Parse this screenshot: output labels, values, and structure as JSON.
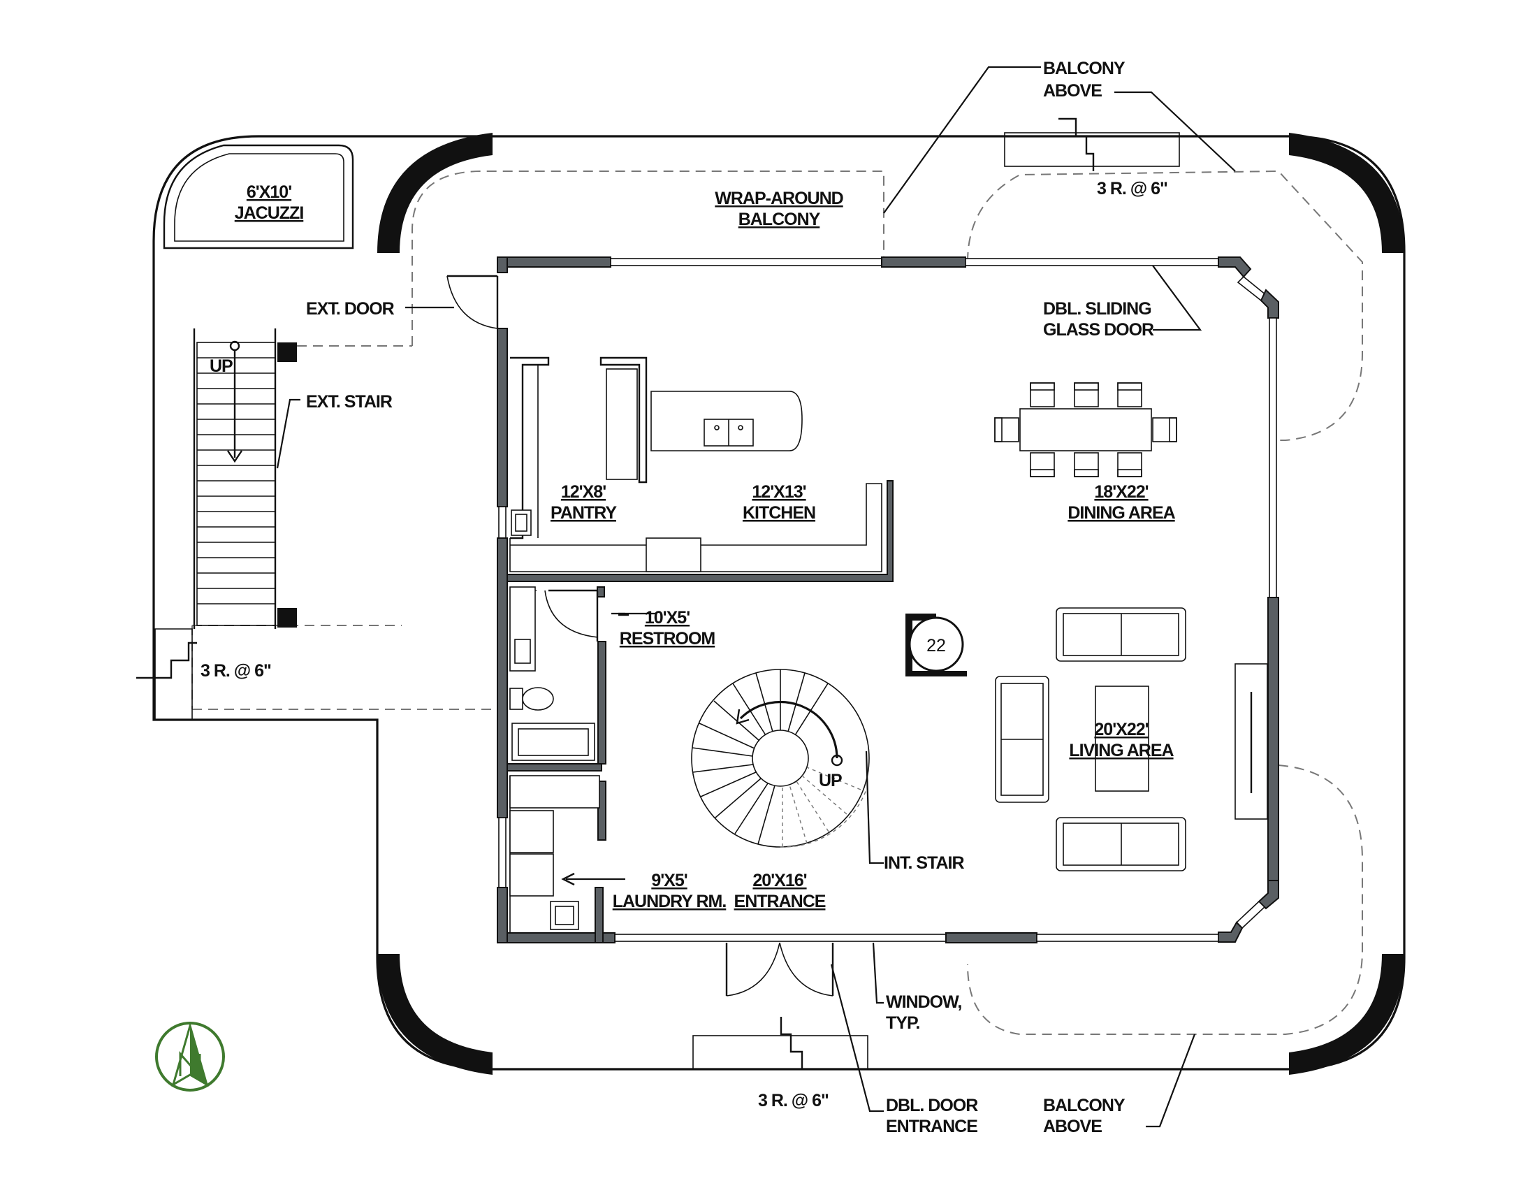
{
  "labels": {
    "jacuzzi_size": "6'X10'",
    "jacuzzi": "JACUZZI",
    "wrap_1": "WRAP-AROUND",
    "wrap_2": "BALCONY",
    "balcony_above_top_1": "BALCONY",
    "balcony_above_top_2": "ABOVE",
    "risers_top": "3 R. @ 6\"",
    "ext_door": "EXT. DOOR",
    "dbl_sliding_1": "DBL. SLIDING",
    "dbl_sliding_2": "GLASS DOOR",
    "ext_stair": "EXT. STAIR",
    "up_ext": "UP",
    "pantry_size": "12'X8'",
    "pantry": "PANTRY",
    "kitchen_size": "12'X13'",
    "kitchen": "KITCHEN",
    "dining_size": "18'X22'",
    "dining": "DINING AREA",
    "restroom_size": "10'X5'",
    "restroom": "RESTROOM",
    "risers_left": "3 R. @ 6\"",
    "badge": "22",
    "living_size": "20'X22'",
    "living": "LIVING AREA",
    "up_int": "UP",
    "int_stair": "INT. STAIR",
    "laundry_size": "9'X5'",
    "laundry": "LAUNDRY RM.",
    "entrance_size": "20'X16'",
    "entrance": "ENTRANCE",
    "window_1": "WINDOW,",
    "window_2": "TYP.",
    "dbl_door_1": "DBL. DOOR",
    "dbl_door_2": "ENTRANCE",
    "balcony_above_bottom_1": "BALCONY",
    "balcony_above_bottom_2": "ABOVE",
    "risers_bottom": "3 R. @ 6\""
  },
  "colors": {
    "wall_fill": "#5a5f63",
    "line": "#111111",
    "dashed": "#777777",
    "north_arrow": "#3f7a2e"
  },
  "icons": {
    "north": "north-arrow-icon",
    "section": "section-marker-icon"
  }
}
